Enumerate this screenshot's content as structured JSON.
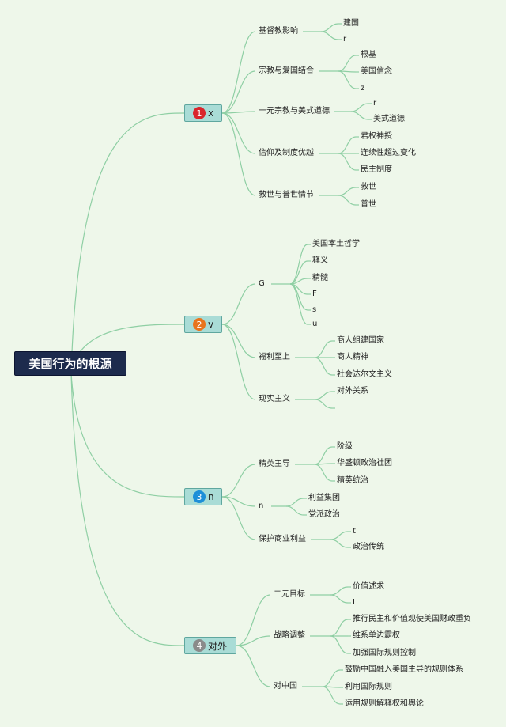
{
  "root": "美国行为的根源",
  "branches": [
    {
      "number": "1",
      "label": "x",
      "color": "#d9262c",
      "children": [
        {
          "label": "基督教影响",
          "children": [
            "建国",
            "r"
          ]
        },
        {
          "label": "宗教与爱国结合",
          "children": [
            "根基",
            "美国信念",
            "z"
          ]
        },
        {
          "label": "一元宗教与美式道德",
          "children": [
            "r",
            "美式道德"
          ]
        },
        {
          "label": "信仰及制度优越",
          "children": [
            "君权神授",
            "连续性超过变化",
            "民主制度"
          ]
        },
        {
          "label": "救世与普世情节",
          "children": [
            "救世",
            "普世"
          ]
        }
      ]
    },
    {
      "number": "2",
      "label": "v",
      "color": "#e8741c",
      "children": [
        {
          "label": "G",
          "children": [
            "美国本土哲学",
            "释义",
            "精髓",
            "F",
            "s",
            "u"
          ]
        },
        {
          "label": "福利至上",
          "children": [
            "商人组建国家",
            "商人精神",
            "社会达尔文主义"
          ]
        },
        {
          "label": "现实主义",
          "children": [
            "对外关系",
            "I"
          ]
        }
      ]
    },
    {
      "number": "3",
      "label": "n",
      "color": "#1e8fd8",
      "children": [
        {
          "label": "精英主导",
          "children": [
            "阶级",
            "华盛顿政治社团",
            "精英统治"
          ]
        },
        {
          "label": "n",
          "children": [
            "利益集团",
            "党派政治"
          ]
        },
        {
          "label": "保护商业利益",
          "children": [
            "t",
            "政治传统"
          ]
        }
      ]
    },
    {
      "number": "4",
      "label": "对外",
      "color": "#8a8a8a",
      "children": [
        {
          "label": "二元目标",
          "children": [
            "价值述求",
            "I"
          ]
        },
        {
          "label": "战略调整",
          "children": [
            "推行民主和价值观使美国财政重负",
            "维系单边霸权",
            "加强国际规则控制"
          ]
        },
        {
          "label": "对中国",
          "children": [
            "鼓励中国融入美国主导的规则体系",
            "利用国际规则",
            "运用规则解释权和舆论"
          ]
        }
      ]
    }
  ],
  "colors": {
    "background": "#eef7ea",
    "root": "#1d2b4d",
    "branch_fill": "#a9dcd6",
    "edge": "#8fcfa4"
  }
}
